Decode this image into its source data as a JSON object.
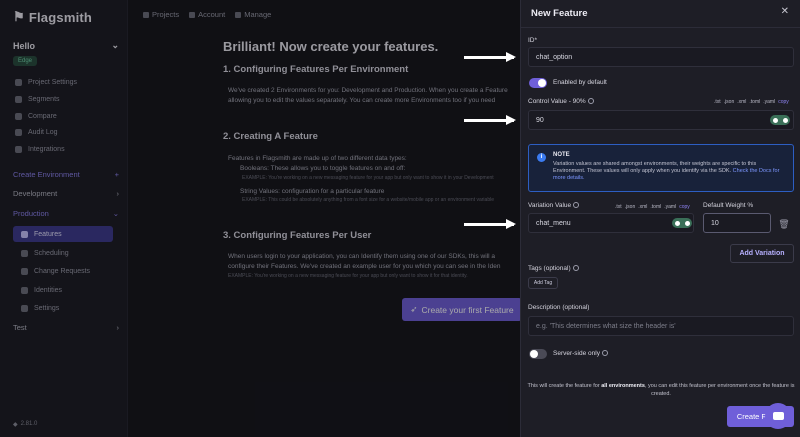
{
  "app": {
    "brand": "Flagsmith",
    "version": "2.81.0"
  },
  "sidebar": {
    "project": "Hello",
    "env_badge": "Edge",
    "items": [
      {
        "label": "Project Settings",
        "icon": "gear-icon"
      },
      {
        "label": "Segments",
        "icon": "pie-icon"
      },
      {
        "label": "Compare",
        "icon": "compare-icon"
      },
      {
        "label": "Audit Log",
        "icon": "list-icon"
      },
      {
        "label": "Integrations",
        "icon": "layers-icon"
      }
    ],
    "create_env": "Create Environment",
    "envs": [
      "Development",
      "Production"
    ],
    "prod_items": [
      {
        "label": "Features",
        "icon": "rocket-icon"
      },
      {
        "label": "Scheduling",
        "icon": "clock-icon"
      },
      {
        "label": "Change Requests",
        "icon": "git-icon"
      },
      {
        "label": "Identities",
        "icon": "people-icon"
      },
      {
        "label": "Settings",
        "icon": "gear-icon"
      }
    ],
    "test_env": "Test"
  },
  "topnav": [
    "Projects",
    "Account",
    "Manage"
  ],
  "main": {
    "title": "Brilliant! Now create your features.",
    "s1": "1. Configuring Features Per Environment",
    "s1_p1": "We've created 2 Environments for you: Development and Production. When you create a Feature",
    "s1_p2": "allowing you to edit the values separately. You can create more Environments too if you need",
    "s2": "2. Creating A Feature",
    "s2_p1": "Features in Flagsmith are made up of two different data types:",
    "s2_b1": "Booleans: These allows you to toggle features on and off:",
    "s2_b1_ex": "EXAMPLE: You're working on a new messaging feature for your app but only want to show it in your Development",
    "s2_b2": "String Values: configuration for a particular feature",
    "s2_b2_ex": "EXAMPLE: This could be absolutely anything from a font size for a website/mobile app or an environment variable",
    "s3": "3. Configuring Features Per User",
    "s3_p1": "When users login to your application, you can Identify them using one of our SDKs, this will a",
    "s3_p2": "configure their Features. We've created an example user for you which you can see in the Iden",
    "s3_ex": "EXAMPLE: You're working on a new messaging feature for your app but only want to show it for that identity.",
    "cta": "Create your first Feature"
  },
  "panel": {
    "title": "New Feature",
    "id_label": "ID*",
    "id_value": "chat_option",
    "enabled_label": "Enabled by default",
    "control_label": "Control Value - 90%",
    "control_value": "90",
    "formats": [
      ".txt",
      ".json",
      ".xml",
      ".toml",
      ".yaml"
    ],
    "copy": "copy",
    "note_title": "NOTE",
    "note_body": "Variation values are shared amongst environments, their weights are specific to this Environment. These values will only apply when you identify via the SDK.",
    "note_link": "Check the Docs for more details.",
    "variation_label": "Variation Value",
    "variation_value": "chat_menu",
    "weight_label": "Default Weight %",
    "weight_value": "10",
    "add_variation": "Add Variation",
    "tags_label": "Tags (optional)",
    "add_tag": "Add Tag",
    "desc_label": "Description (optional)",
    "desc_placeholder": "e.g. 'This determines what size the header is'",
    "server_side_label": "Server-side only",
    "footer_pre": "This will create the feature for ",
    "footer_bold": "all environments",
    "footer_post": ", you can edit this feature per environment once the feature is created.",
    "create_btn": "Create Fe"
  },
  "colors": {
    "accent": "#6f5fd9",
    "note_border": "#2d5ec2",
    "edge_badge": "#274a3d"
  }
}
